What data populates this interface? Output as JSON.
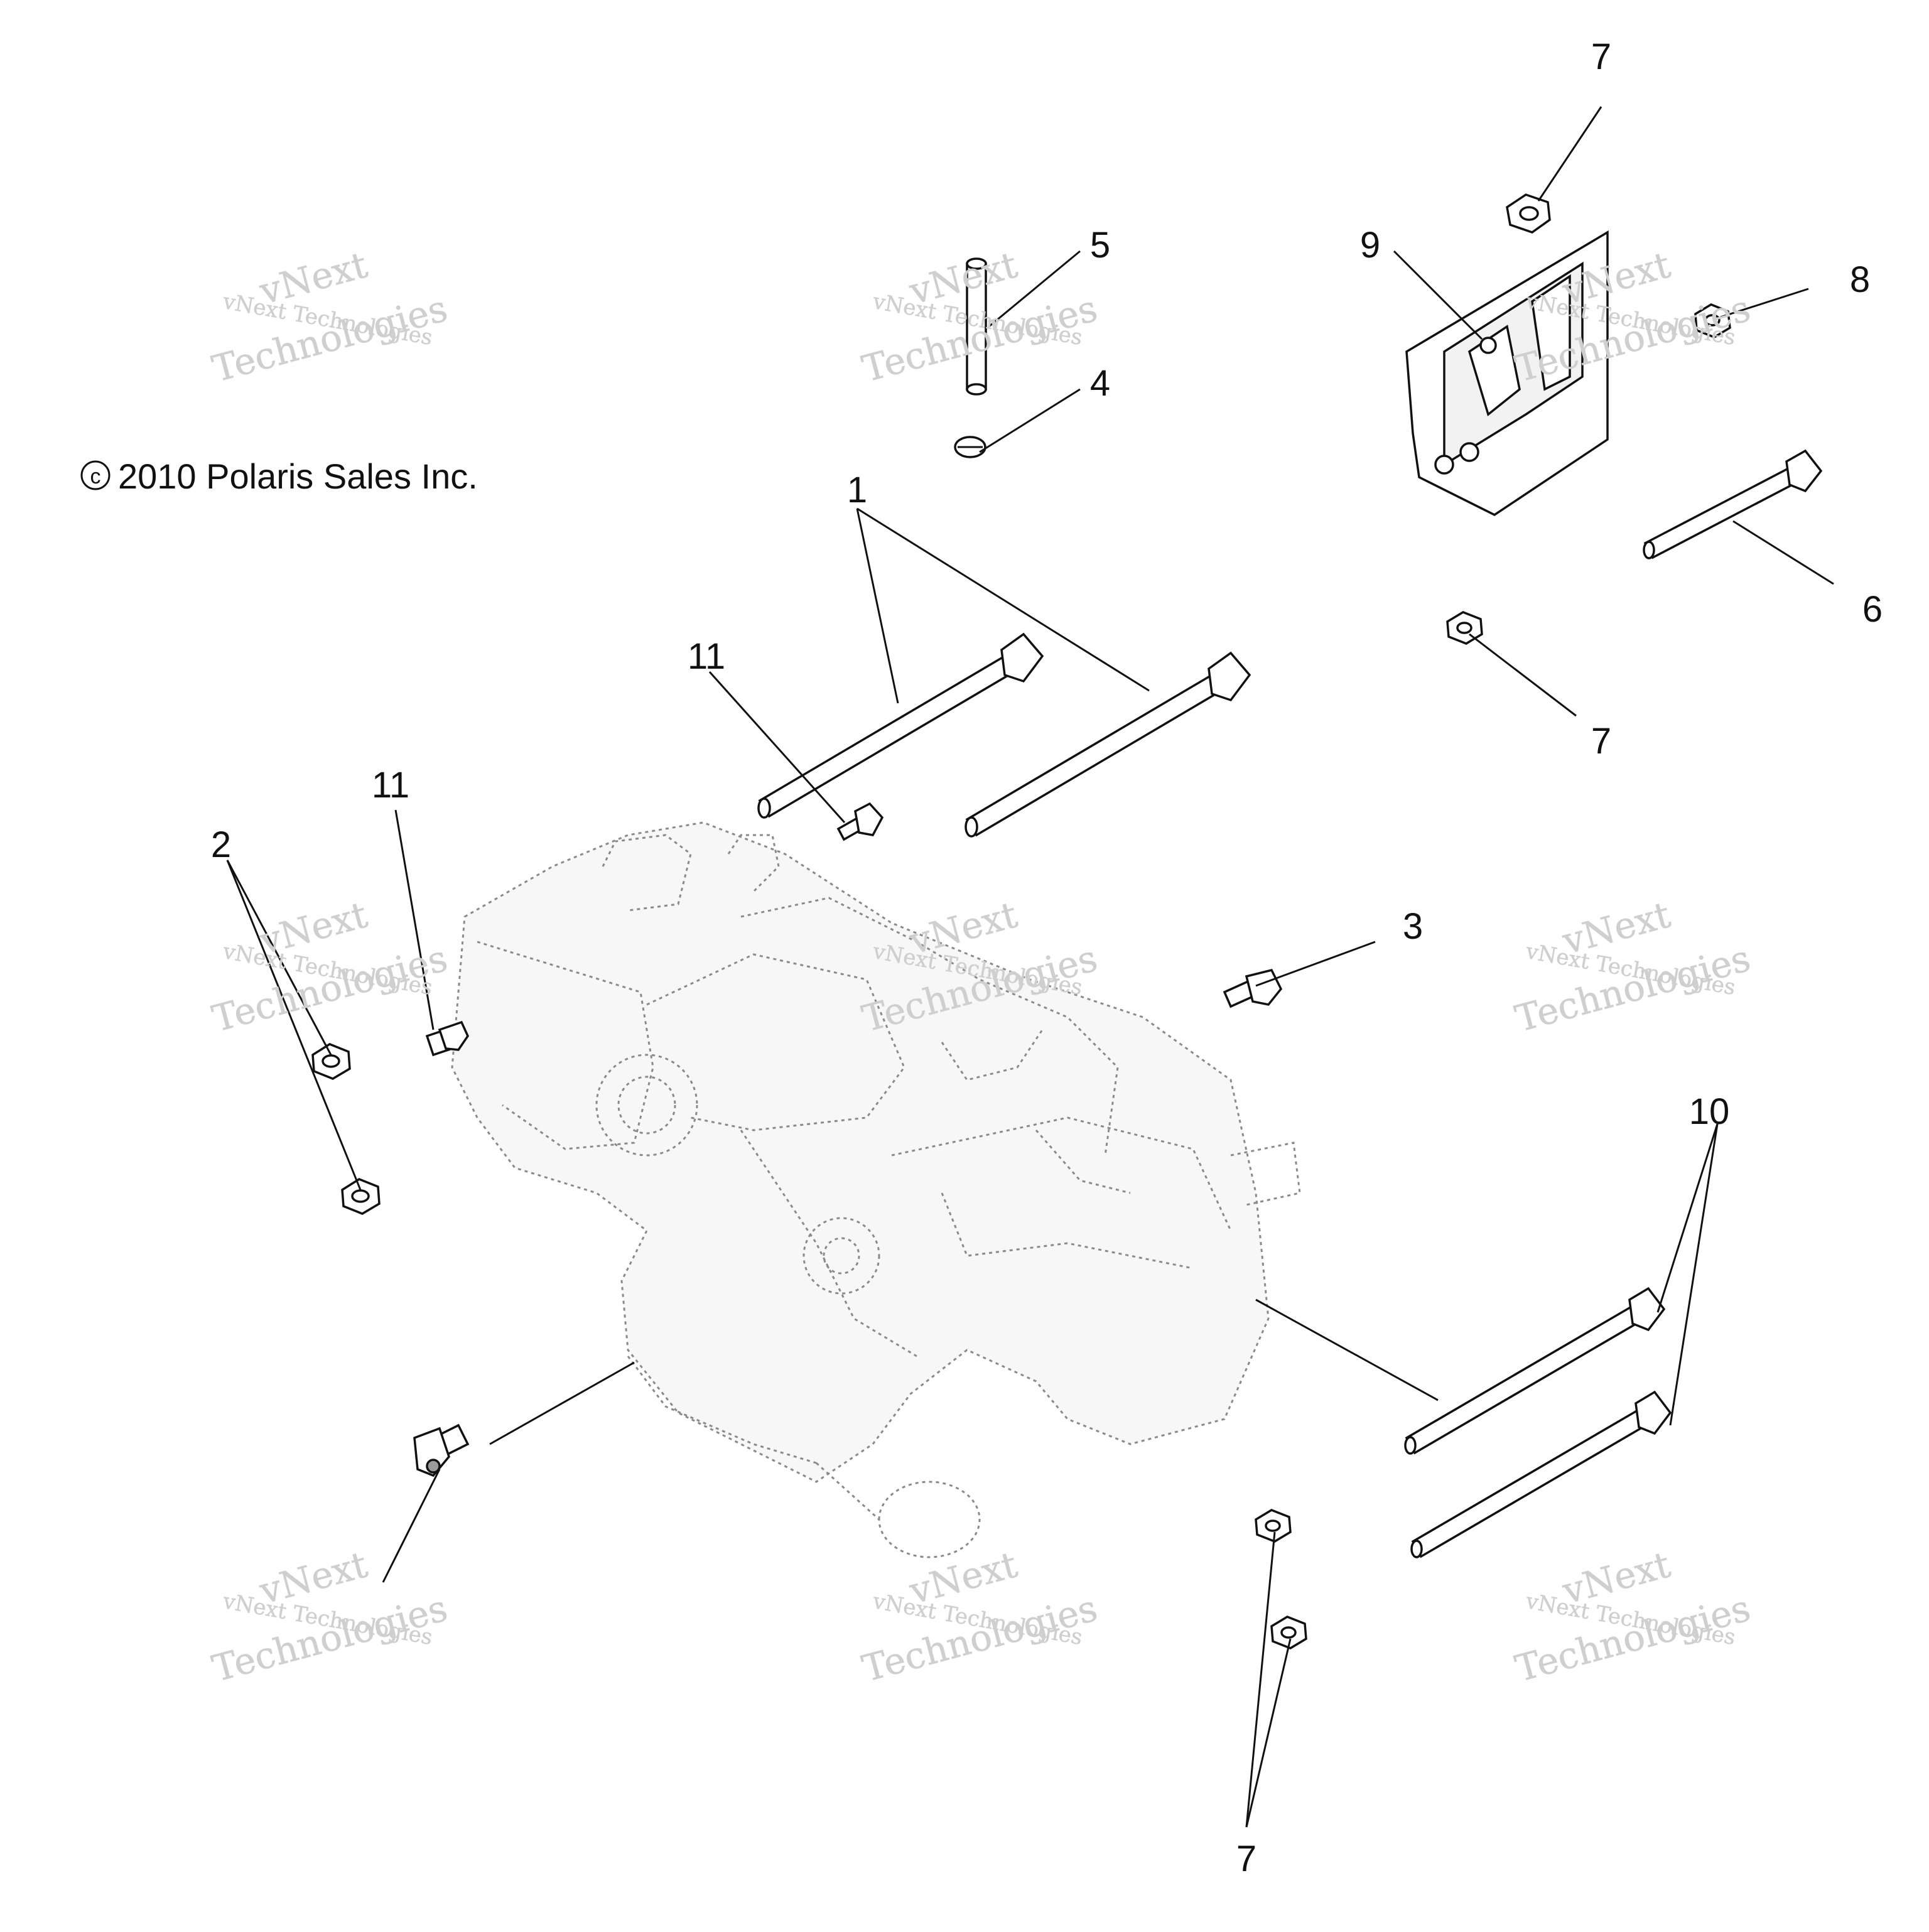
{
  "copyright": "2010 Polaris Sales Inc.",
  "watermark": {
    "line1": "vNext Technologies",
    "line2": "vNext",
    "line3": "Technologies",
    "color": "#cfcfcf"
  },
  "callouts": {
    "c1": "1",
    "c2": "2",
    "c3": "3",
    "c4": "4",
    "c5": "5",
    "c6": "6",
    "c7": "7",
    "c8": "8",
    "c9": "9",
    "c10": "10",
    "c11": "11"
  }
}
